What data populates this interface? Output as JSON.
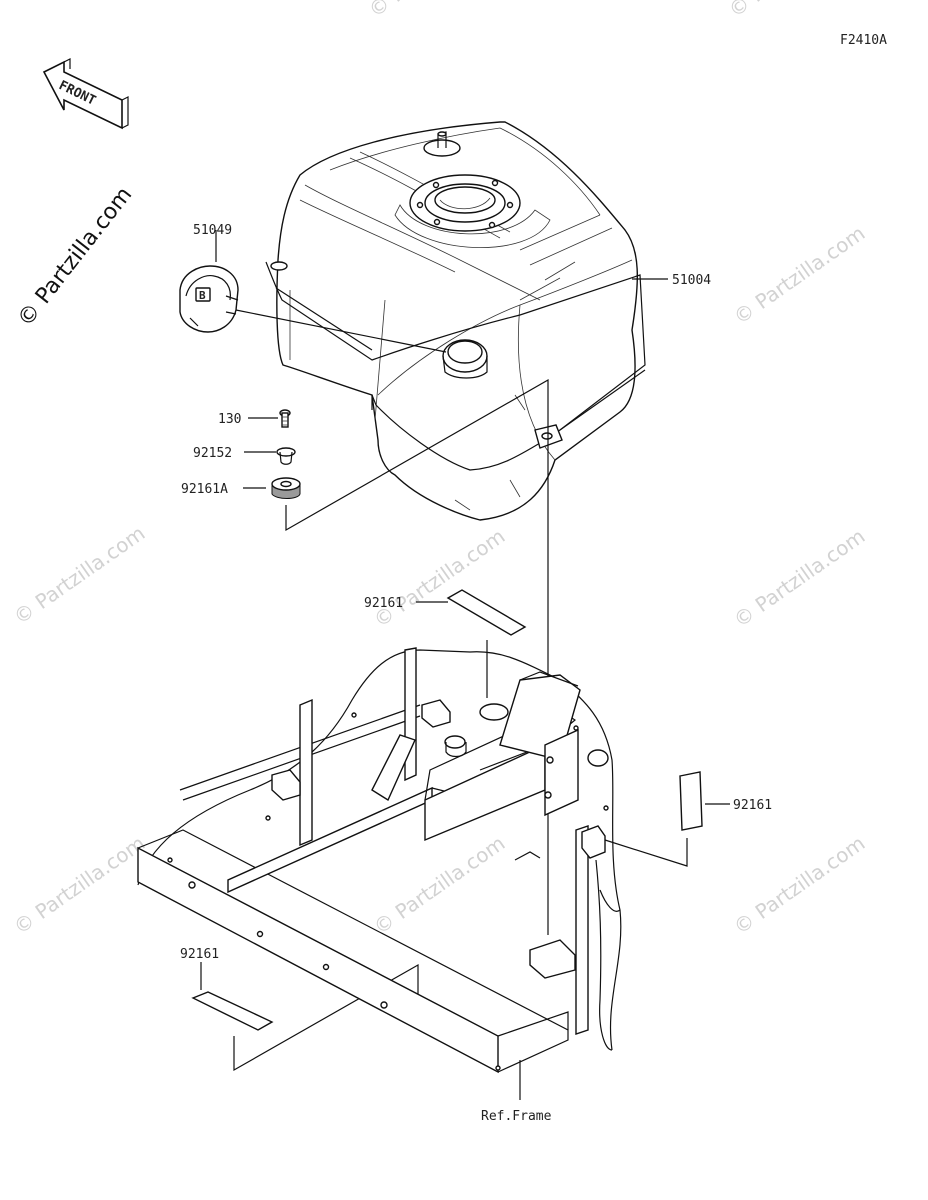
{
  "diagram_id": "F2410A",
  "front_arrow_label": "FRONT",
  "watermark": {
    "side_text": "© Partzilla.com",
    "tile_text": "© Partzilla.com"
  },
  "callouts": {
    "cap": "51049",
    "tank": "51004",
    "bolt": "130",
    "collar": "92152",
    "damper_a": "92161A",
    "pad_top": "92161",
    "pad_right": "92161",
    "pad_bottom": "92161",
    "frame": "Ref.Frame"
  }
}
